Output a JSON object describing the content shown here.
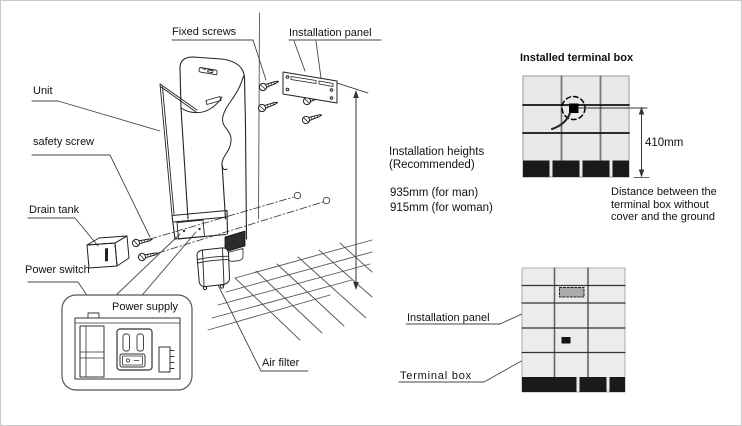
{
  "main_diagram": {
    "labels": {
      "fixed_screws": "Fixed screws",
      "installation_panel": "Installation panel",
      "unit": "Unit",
      "safety_screw": "safety screw",
      "drain_tank": "Drain tank",
      "power_switch": "Power switch",
      "power_supply": "Power supply",
      "air_filter": "Air filter"
    },
    "installation_heights": {
      "title": "Installation heights",
      "subtitle": "(Recommended)",
      "man": "935mm (for man)",
      "woman": "915mm (for woman)"
    }
  },
  "terminal_box_figure": {
    "title": "Installed terminal box",
    "dimension_label": "410mm",
    "note": "Distance between the terminal box without cover and the ground"
  },
  "wall_figure": {
    "installation_panel": "Installation panel",
    "terminal_box": "Terminal box"
  },
  "colors": {
    "line": "#1a1a1a",
    "tile_wall": "#e9e9e9",
    "dark_tile": "#191919",
    "panel_gray": "#ababab",
    "background": "#ffffff"
  }
}
